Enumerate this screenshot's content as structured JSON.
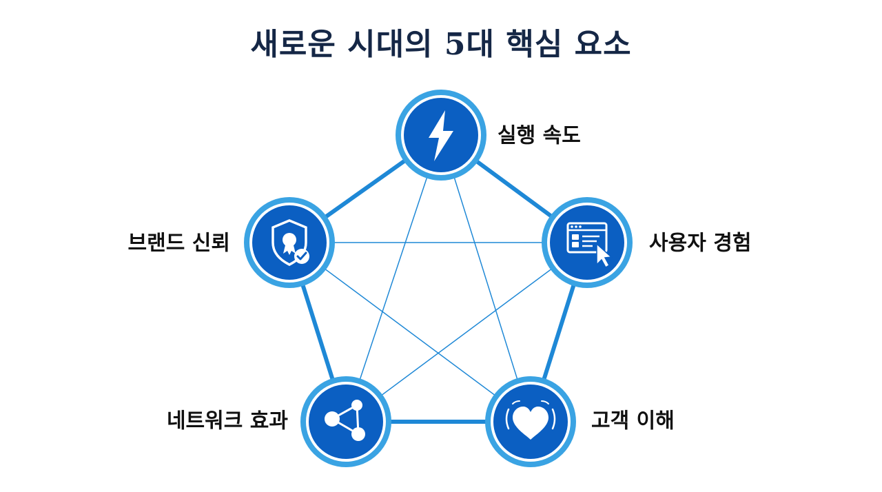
{
  "title": "새로운 시대의 5대 핵심 요소",
  "colors": {
    "title": "#152746",
    "outer_ring": "#3aa3e3",
    "inner_ring": "#ffffff",
    "node_fill": "#0b5fc2",
    "edge": "#1e88d6",
    "label": "#111111"
  },
  "nodes": [
    {
      "id": "speed",
      "label": "실행 속도",
      "icon": "lightning-bolt-icon"
    },
    {
      "id": "ux",
      "label": "사용자 경험",
      "icon": "browser-cursor-icon"
    },
    {
      "id": "customer",
      "label": "고객 이해",
      "icon": "heart-icon"
    },
    {
      "id": "network",
      "label": "네트워크 효과",
      "icon": "network-nodes-icon"
    },
    {
      "id": "brand",
      "label": "브랜드 신뢰",
      "icon": "shield-badge-icon"
    }
  ]
}
